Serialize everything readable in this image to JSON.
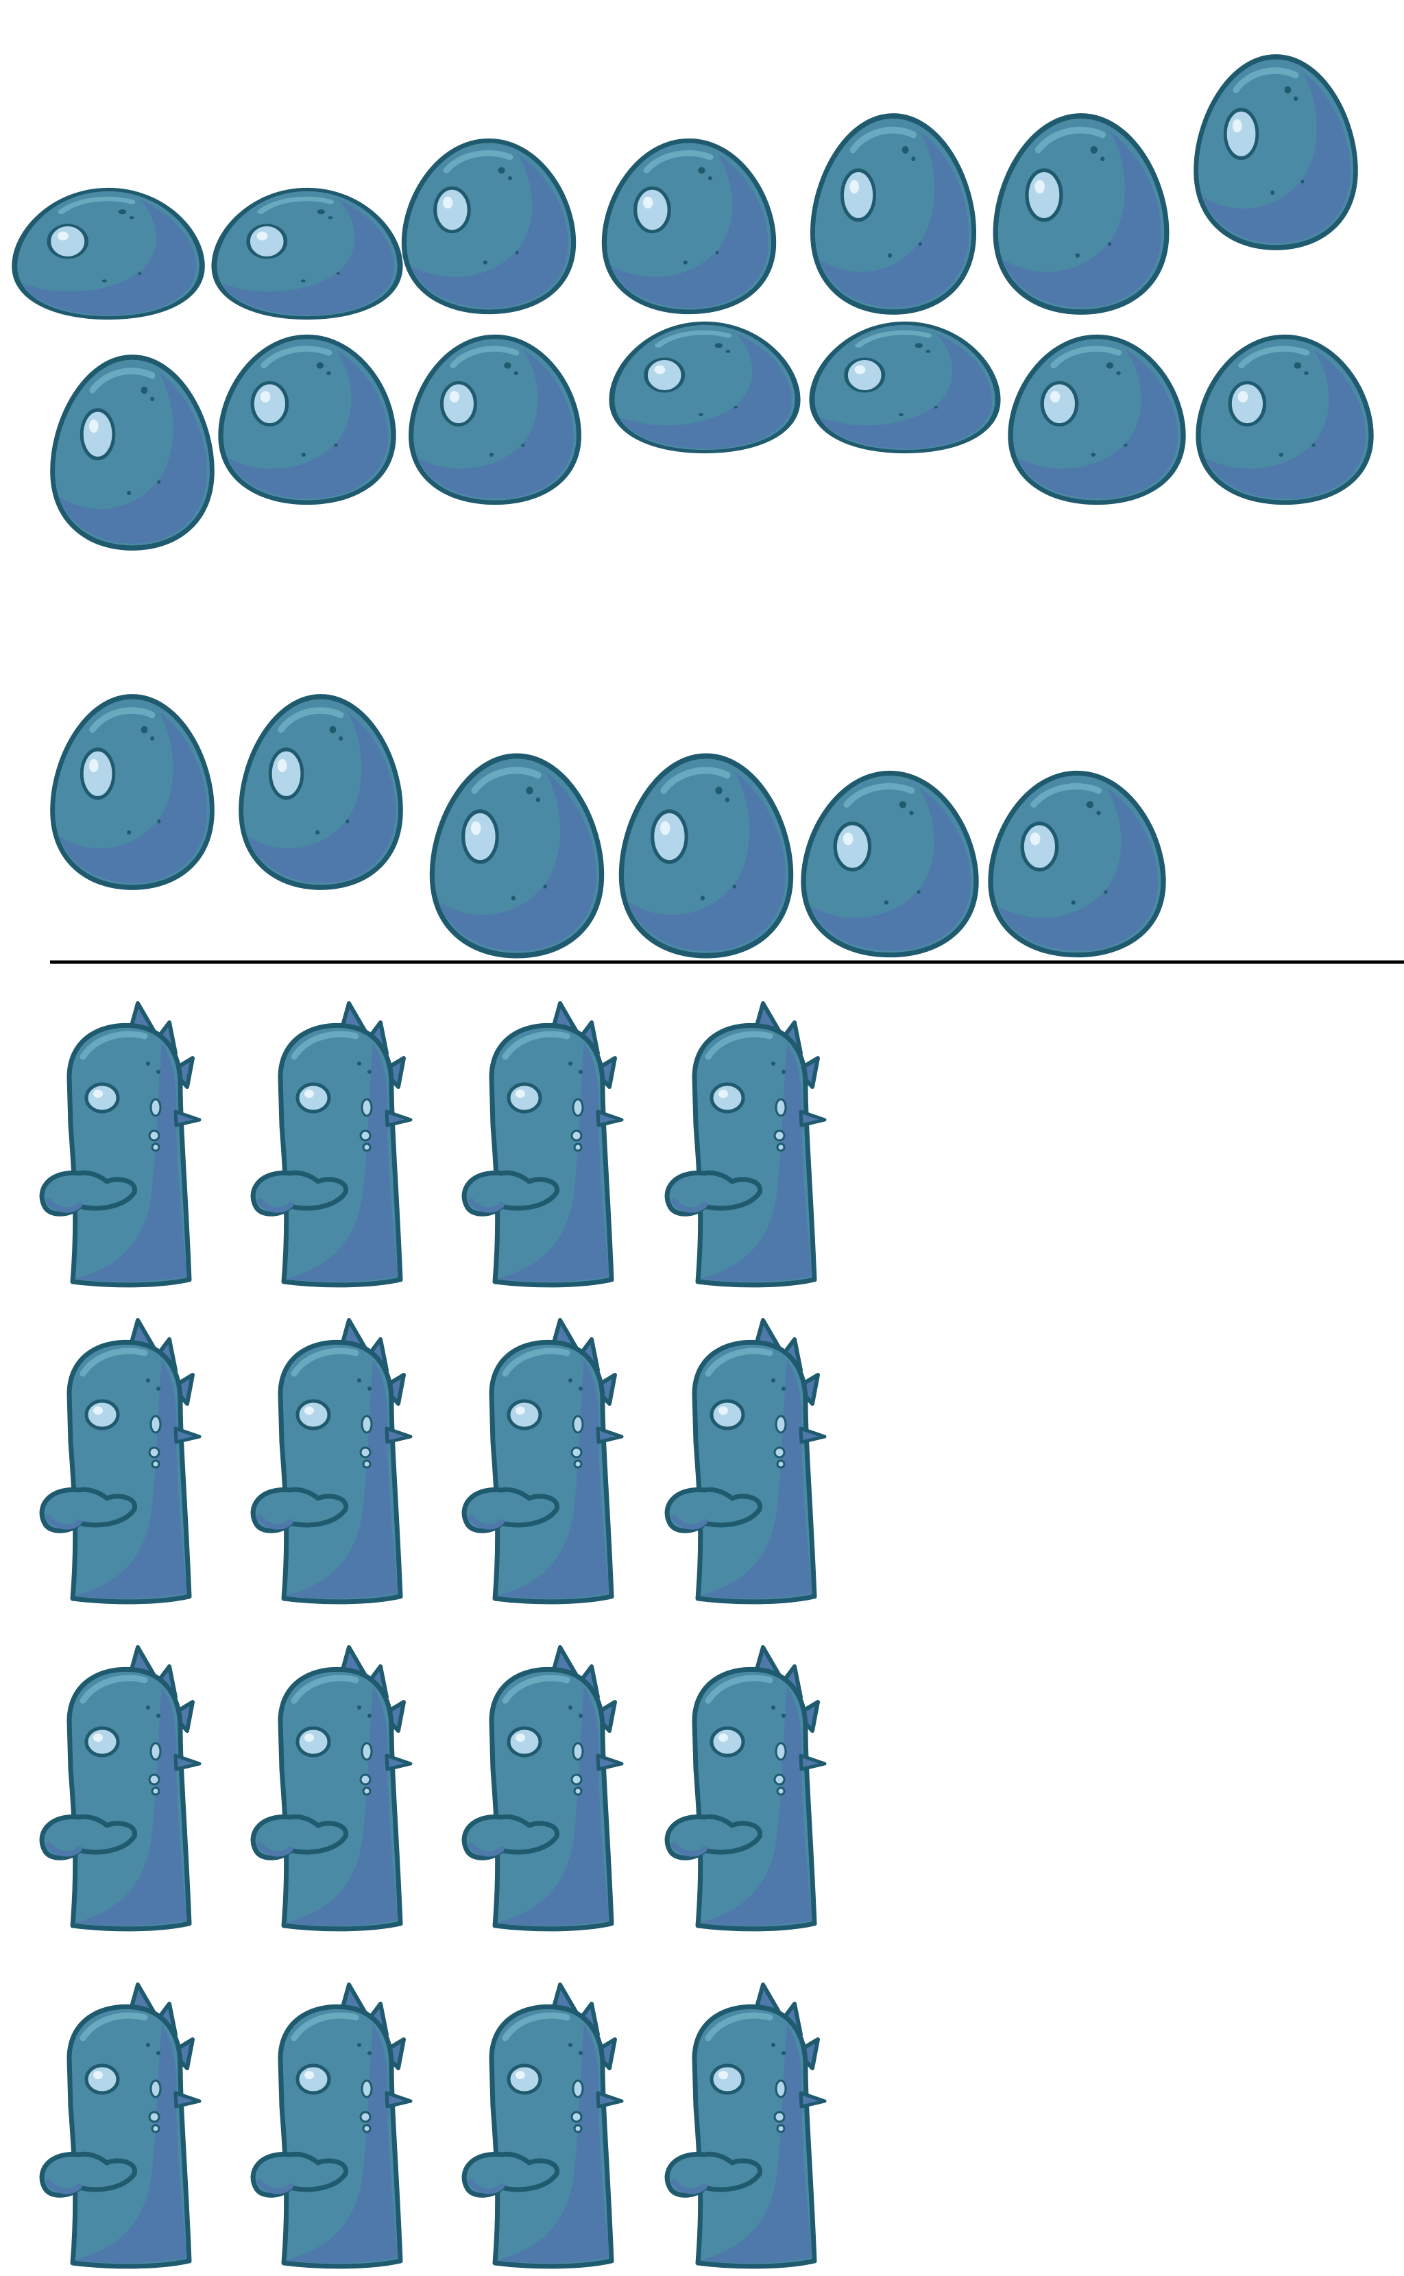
{
  "sprite_sheet": {
    "colors": {
      "body": "#4a8aa4",
      "shade": "#4e79aa",
      "outline": "#1f5a6e",
      "highlight": "#6aaac0",
      "eye": "#b4d6ea",
      "eye_shine": "#e8f4fb",
      "divider": "#000000",
      "background": "#ffffff"
    },
    "sections": [
      {
        "name": "blob-frames",
        "sprite": "slime-blob",
        "frame_count": 20
      },
      {
        "name": "monster-frames",
        "sprite": "slime-monster",
        "frame_count": 16
      }
    ]
  }
}
